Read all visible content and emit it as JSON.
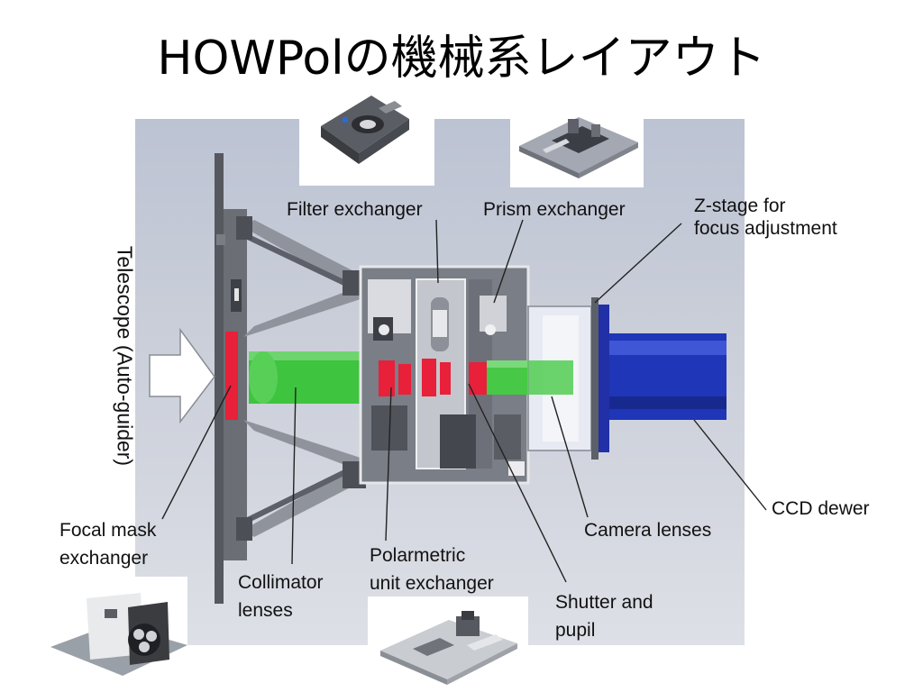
{
  "title": "HOWPolの機械系レイアウト",
  "vertical_label": "Telescope (Auto-guider)",
  "labels": {
    "filter_exchanger": "Filter exchanger",
    "prism_exchanger": "Prism exchanger",
    "zstage_line1": "Z-stage for",
    "zstage_line2": "focus adjustment",
    "focal_mask_line1": "Focal mask",
    "focal_mask_line2": "exchanger",
    "collimator_line1": "Collimator",
    "collimator_line2": "lenses",
    "polarmetric_line1": "Polarmetric",
    "polarmetric_line2": "unit exchanger",
    "shutter_line1": "Shutter and",
    "shutter_line2": "pupil",
    "camera_lenses": "Camera lenses",
    "ccd_dewer": "CCD dewer"
  },
  "colors": {
    "beam": "#3ec43e",
    "lens_red": "#e8203a",
    "dewar_blue": "#1f36b8",
    "panel_bg": "#c4c9d6"
  }
}
